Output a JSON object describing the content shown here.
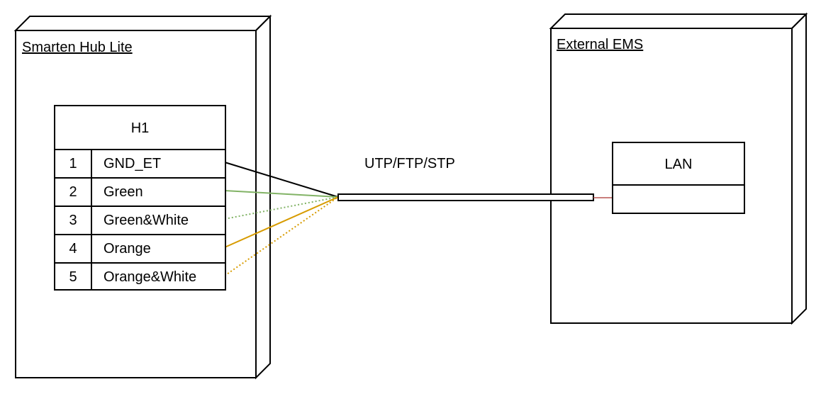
{
  "nodes": {
    "hub": {
      "label": "Smarten Hub Lite"
    },
    "ems": {
      "label": "External EMS"
    }
  },
  "connector": {
    "title": "H1",
    "pins": [
      {
        "number": "1",
        "name": "GND_ET"
      },
      {
        "number": "2",
        "name": "Green"
      },
      {
        "number": "3",
        "name": "Green&White"
      },
      {
        "number": "4",
        "name": "Orange"
      },
      {
        "number": "5",
        "name": "Orange&White"
      }
    ]
  },
  "cable": {
    "label": "UTP/FTP/STP"
  },
  "lan": {
    "label": "LAN"
  },
  "colors": {
    "gnd": "#000000",
    "green": "#82b366",
    "orange": "#d79b00",
    "lan_link": "#b85450"
  }
}
